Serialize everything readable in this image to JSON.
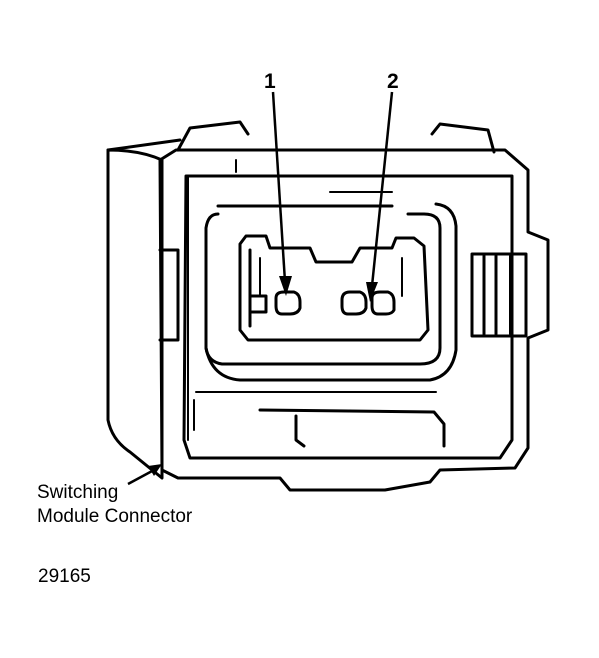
{
  "labels": {
    "pin_1": "1",
    "pin_2": "2",
    "caption_line_1": "Switching",
    "caption_line_2": "Module Connector",
    "figure_number": "29165"
  },
  "colors": {
    "line": "#000000",
    "background": "#ffffff"
  }
}
